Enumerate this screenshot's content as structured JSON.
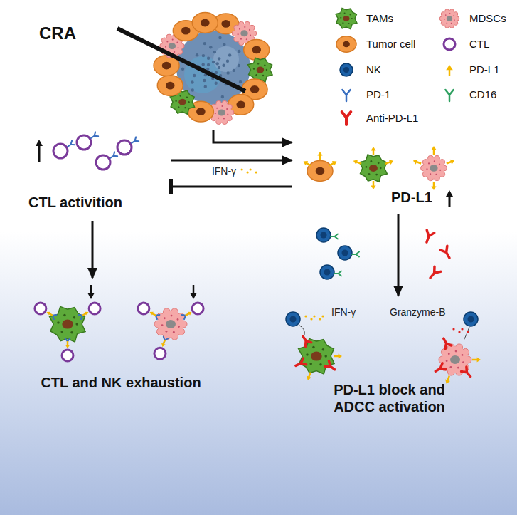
{
  "diagram": {
    "nodes": [
      {
        "text": [
          "CRA"
        ]
      },
      {
        "text": [
          "CTL activition"
        ]
      },
      {
        "text": [
          "PD-L1"
        ]
      },
      {
        "text": [
          "CTL and NK exhaustion"
        ]
      },
      {
        "text": [
          "PD-L1 block and ADCC activation"
        ]
      }
    ],
    "edges": [
      {
        "from": 0,
        "to": 2,
        "arrow": "to"
      },
      {
        "from": 1,
        "to": 2,
        "label": "IFN-γ",
        "arrow": "to"
      },
      {
        "from": 2,
        "to": 1,
        "arrow": "to"
      },
      {
        "from": 1,
        "to": 3,
        "arrow": "to"
      },
      {
        "from": 2,
        "to": 4,
        "arrow": "to"
      }
    ],
    "labels": [
      "IFN-γ",
      "Granzyme-B"
    ],
    "legend": [
      {
        "text": "TAMs"
      },
      {
        "text": "MDSCs"
      },
      {
        "text": "Tumor cell"
      },
      {
        "text": "CTL"
      },
      {
        "text": "NK"
      },
      {
        "text": "PD-L1"
      },
      {
        "text": "PD-1"
      },
      {
        "text": "CD16"
      },
      {
        "text": "Anti-PD-L1"
      }
    ]
  }
}
